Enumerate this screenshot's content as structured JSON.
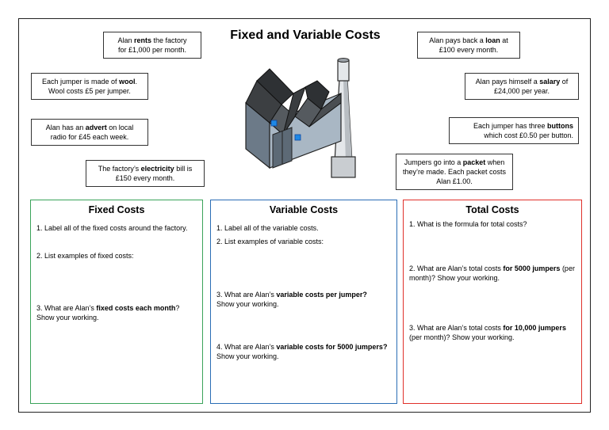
{
  "title": "Fixed and Variable Costs",
  "notes": {
    "rent": [
      "Alan ",
      "rents",
      " the factory",
      "for £1,000 per month."
    ],
    "wool": [
      "Each jumper is made of ",
      "wool",
      ".",
      "Wool costs £5 per jumper."
    ],
    "advert": [
      "Alan has an ",
      "advert",
      " on local",
      "radio for £45 each week."
    ],
    "electricity": [
      "The factory’s ",
      "electricity",
      " bill is",
      "£150 every month."
    ],
    "loan": [
      "Alan pays back a ",
      "loan",
      " at",
      "£100 every month."
    ],
    "salary": [
      "Alan pays himself a ",
      "salary",
      " of",
      "£24,000 per year."
    ],
    "buttons": [
      "Each jumper has three ",
      "buttons",
      "",
      "which cost £0.50 per button."
    ],
    "packet": [
      "Jumpers go into a ",
      "packet",
      " when",
      "they’re made. Each packet costs",
      "Alan £1.00."
    ]
  },
  "fixed": {
    "heading": "Fixed Costs",
    "q1": "1. Label all of the fixed costs around the factory.",
    "q2": "2. List examples of fixed costs:",
    "q3": [
      "3. What are Alan’s ",
      "fixed costs each month",
      "?",
      "Show your working."
    ]
  },
  "variable": {
    "heading": "Variable Costs",
    "q1": "1. Label all of the variable costs.",
    "q2": "2. List examples of variable costs:",
    "q3": [
      "3. What are Alan’s ",
      "variable costs per jumper?",
      "Show your working."
    ],
    "q4": [
      "4. What are Alan’s ",
      "variable costs for 5000 jumpers?",
      " Show your working."
    ]
  },
  "total": {
    "heading": "Total Costs",
    "q1": "1. What is the formula for total costs?",
    "q2": [
      "2. What are Alan’s total costs ",
      "for 5000 jumpers",
      " (per month)? Show your working."
    ],
    "q3": [
      "3. What are Alan’s total costs ",
      "for 10,000 jumpers",
      " (per month)? Show your working."
    ]
  },
  "colors": {
    "fixed": "#3aa35a",
    "variable": "#2a6db5",
    "total": "#e0302a"
  }
}
